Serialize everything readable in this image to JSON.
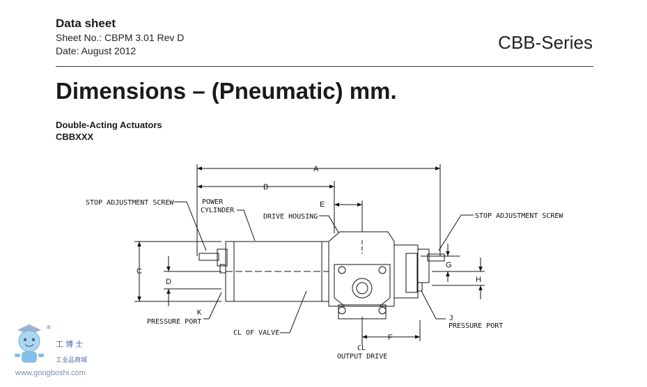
{
  "header": {
    "title": "Data sheet",
    "sheet_no": "Sheet No.: CBPM 3.01 Rev D",
    "date": "Date: August 2012",
    "series": "CBB-Series"
  },
  "page": {
    "heading": "Dimensions – (Pneumatic) mm.",
    "subheading_1": "Double-Acting Actuators",
    "subheading_2": "CBBXXX"
  },
  "drawing": {
    "labels": {
      "stop_screw_left": "STOP ADJUSTMENT SCREW",
      "power_1": "POWER",
      "power_2": "CYLINDER",
      "drive_housing": "DRIVE HOUSING",
      "stop_screw_right": "STOP ADJUSTMENT SCREW",
      "k": "K",
      "pressure_port_left": "PRESSURE PORT",
      "cl_valve": "CL OF VALVE",
      "j": "J",
      "pressure_port_right": "PRESSURE PORT",
      "cl": "CL",
      "output_drive": "OUTPUT DRIVE"
    },
    "dims": {
      "a": "A",
      "b": "B",
      "c": "C",
      "d": "D",
      "e": "E",
      "f": "F",
      "g": "G",
      "h": "H"
    }
  },
  "watermark": {
    "reg": "®",
    "brand": "工博士",
    "sub": "工业品商城",
    "url": "www.gongboshi.com"
  }
}
